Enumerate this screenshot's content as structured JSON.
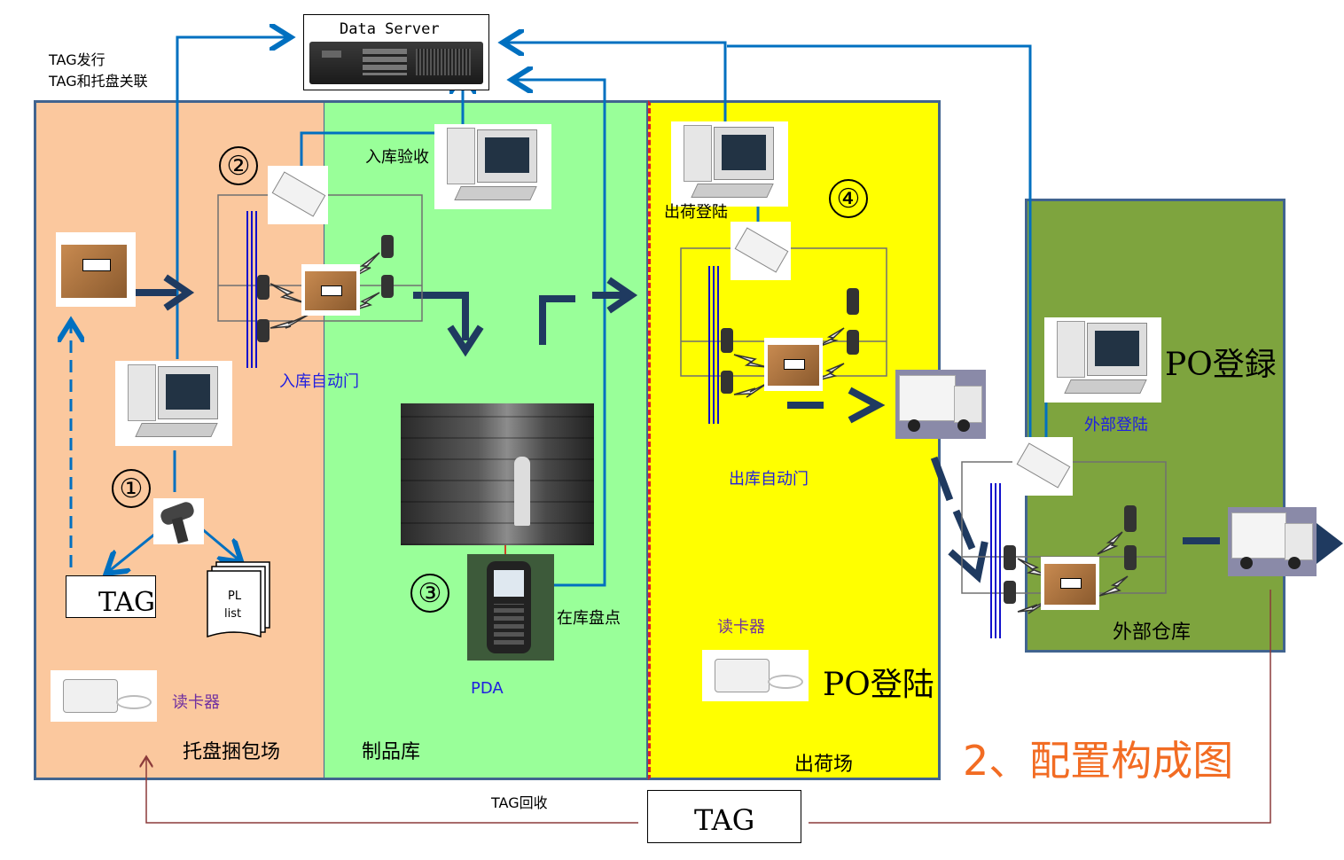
{
  "server": {
    "label": "Data Server"
  },
  "top_left_note": {
    "line1": "TAG发行",
    "line2": "TAG和托盘关联"
  },
  "zones": {
    "packing": "托盘捆包场",
    "warehouse": "制品库",
    "shipping": "出荷场",
    "external": "外部仓库"
  },
  "labels": {
    "inbound_check": "入库验收",
    "inbound_gate": "入库自动门",
    "inventory_check": "在库盘点",
    "pda": "PDA",
    "shipping_register": "出荷登陆",
    "outbound_gate": "出库自动门",
    "reader_left": "读卡器",
    "reader_shipping": "读卡器",
    "po_login_shipping": "PO登陆",
    "po_register_external": "PO登録",
    "external_login": "外部登陆",
    "tag_recycle": "TAG回收",
    "tag_left": "TAG",
    "tag_bottom": "TAG",
    "pl_list_1": "PL",
    "pl_list_2": "list"
  },
  "steps": [
    "①",
    "②",
    "③",
    "④"
  ],
  "figure_title": "2、配置构成图",
  "colors": {
    "packing_zone": "#FBC89E",
    "warehouse_zone": "#99FF99",
    "shipping_zone": "#FFFF00",
    "external_zone": "#7EA43E",
    "flow_line": "#0070C0",
    "arrow_dark": "#1F3A60",
    "title_orange": "#F26C23",
    "recycle_line": "#8B3A3A"
  }
}
